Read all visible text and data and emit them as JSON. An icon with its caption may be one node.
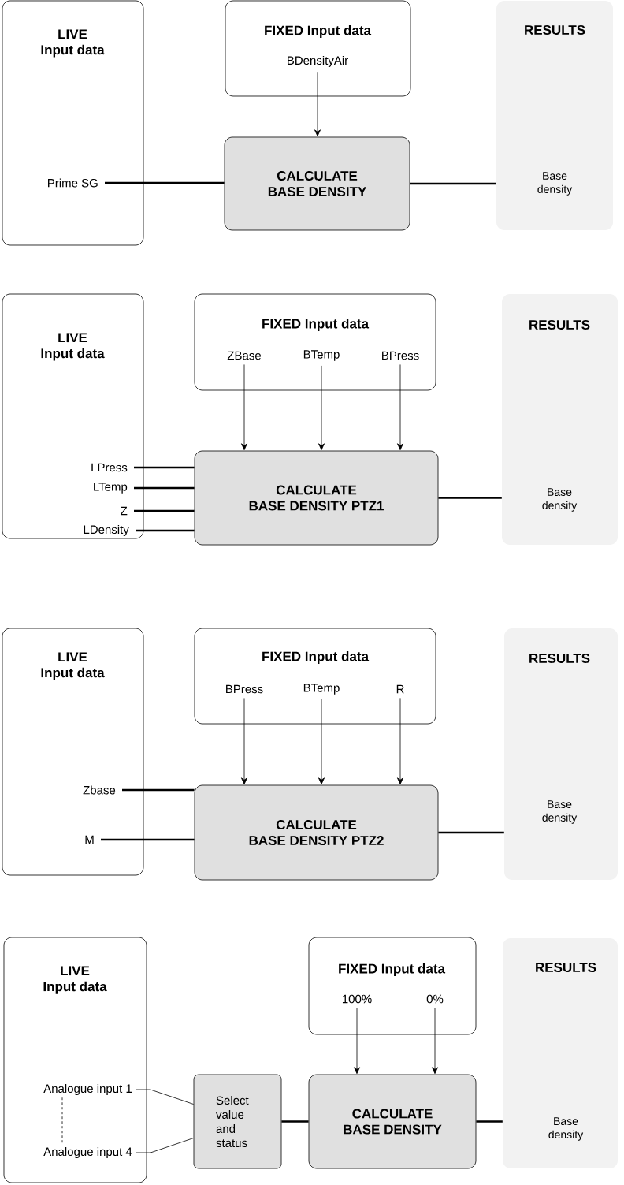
{
  "diagram": {
    "nodes": [
      {
        "text": [
          "LIVE Input data"
        ]
      },
      {
        "text": [
          "Prime SG"
        ],
        "in": 0
      },
      {
        "text": [
          "FIXED Input data"
        ]
      },
      {
        "text": [
          "BDensityAir"
        ],
        "in": 2
      },
      {
        "text": [
          "CALCULATE BASE DENSITY"
        ]
      },
      {
        "text": [
          "RESULTS",
          "Base density"
        ]
      },
      {
        "text": [
          "LIVE Input data"
        ]
      },
      {
        "text": [
          "LPress"
        ],
        "in": 6
      },
      {
        "text": [
          "LTemp"
        ],
        "in": 6
      },
      {
        "text": [
          "Z"
        ],
        "in": 6
      },
      {
        "text": [
          "LDensity"
        ],
        "in": 6
      },
      {
        "text": [
          "FIXED Input data"
        ]
      },
      {
        "text": [
          "ZBase"
        ],
        "in": 11
      },
      {
        "text": [
          "BTemp"
        ],
        "in": 11
      },
      {
        "text": [
          "BPress"
        ],
        "in": 11
      },
      {
        "text": [
          "CALCULATE BASE DENSITY PTZ1"
        ]
      },
      {
        "text": [
          "RESULTS",
          "Base density"
        ]
      },
      {
        "text": [
          "LIVE Input data"
        ]
      },
      {
        "text": [
          "Zbase"
        ],
        "in": 17
      },
      {
        "text": [
          "M"
        ],
        "in": 17
      },
      {
        "text": [
          "FIXED Input data"
        ]
      },
      {
        "text": [
          "BPress"
        ],
        "in": 20
      },
      {
        "text": [
          "BTemp"
        ],
        "in": 20
      },
      {
        "text": [
          "R"
        ],
        "in": 20
      },
      {
        "text": [
          "CALCULATE BASE DENSITY PTZ2"
        ]
      },
      {
        "text": [
          "RESULTS",
          "Base density"
        ]
      },
      {
        "text": [
          "LIVE Input data"
        ]
      },
      {
        "text": [
          "Analogue input 1"
        ],
        "in": 26
      },
      {
        "text": [
          "Analogue input 4"
        ],
        "in": 26
      },
      {
        "text": [
          "FIXED Input data"
        ]
      },
      {
        "text": [
          "100%"
        ],
        "in": 29
      },
      {
        "text": [
          "0%"
        ],
        "in": 29
      },
      {
        "text": [
          "Select value and status"
        ]
      },
      {
        "text": [
          "CALCULATE BASE DENSITY"
        ]
      },
      {
        "text": [
          "RESULTS",
          "Base density"
        ]
      }
    ],
    "edges": [
      {
        "from": 1,
        "to": 4,
        "arrow": "none"
      },
      {
        "from": 3,
        "to": 4,
        "arrow": "to"
      },
      {
        "from": 4,
        "to": 5,
        "arrow": "none"
      },
      {
        "from": 7,
        "to": 15,
        "arrow": "none"
      },
      {
        "from": 8,
        "to": 15,
        "arrow": "none"
      },
      {
        "from": 9,
        "to": 15,
        "arrow": "none"
      },
      {
        "from": 10,
        "to": 15,
        "arrow": "none"
      },
      {
        "from": 12,
        "to": 15,
        "arrow": "to"
      },
      {
        "from": 13,
        "to": 15,
        "arrow": "to"
      },
      {
        "from": 14,
        "to": 15,
        "arrow": "to"
      },
      {
        "from": 15,
        "to": 16,
        "arrow": "none"
      },
      {
        "from": 18,
        "to": 24,
        "arrow": "none"
      },
      {
        "from": 19,
        "to": 24,
        "arrow": "none"
      },
      {
        "from": 21,
        "to": 24,
        "arrow": "to"
      },
      {
        "from": 22,
        "to": 24,
        "arrow": "to"
      },
      {
        "from": 23,
        "to": 24,
        "arrow": "to"
      },
      {
        "from": 24,
        "to": 25,
        "arrow": "none"
      },
      {
        "from": 27,
        "to": 32,
        "arrow": "none"
      },
      {
        "from": 28,
        "to": 32,
        "arrow": "none"
      },
      {
        "from": 27,
        "to": 28,
        "arrow": "none",
        "style": "dashed"
      },
      {
        "from": 30,
        "to": 33,
        "arrow": "to"
      },
      {
        "from": 31,
        "to": 33,
        "arrow": "to"
      },
      {
        "from": 32,
        "to": 33,
        "arrow": "none"
      },
      {
        "from": 33,
        "to": 34,
        "arrow": "none"
      }
    ]
  }
}
